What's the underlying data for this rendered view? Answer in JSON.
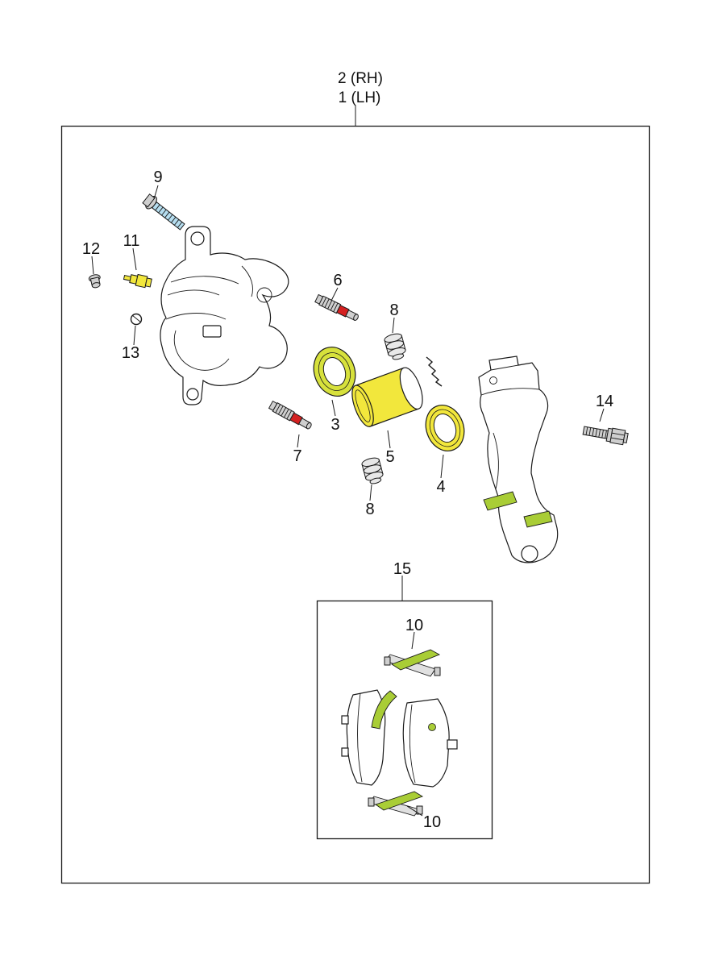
{
  "header": {
    "rh": "2 (RH)",
    "lh": "1 (LH)"
  },
  "callouts": {
    "bolt9": "9",
    "cap12": "12",
    "bleeder11": "11",
    "clip13": "13",
    "pin6": "6",
    "boot8_top": "8",
    "seal3": "3",
    "piston5": "5",
    "seal4": "4",
    "pin7": "7",
    "boot8_bottom": "8",
    "bolt14": "14",
    "padkit15": "15",
    "shim10_top": "10",
    "shim10_bottom": "10"
  },
  "colors": {
    "line": "#1a1a1a",
    "metal": "#cfcfcf",
    "yellow": "#f2e73c",
    "green_yellow": "#d7e13c",
    "green": "#a9cd36",
    "blue": "#b5ddef",
    "red": "#d42020",
    "white": "#ffffff"
  }
}
